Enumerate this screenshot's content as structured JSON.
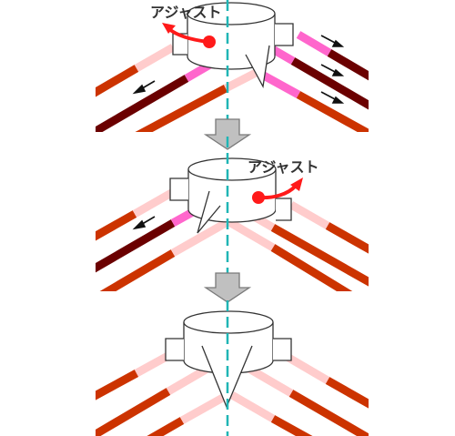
{
  "panels": [
    {
      "id": "step-1",
      "adjust_label": "アジャスト",
      "adjust_direction": "left"
    },
    {
      "id": "step-2",
      "adjust_label": "アジャスト",
      "adjust_direction": "right"
    },
    {
      "id": "step-3"
    }
  ],
  "colors": {
    "background": "#ffffff",
    "outline": "#333333",
    "center_line": "#1fb5b5",
    "rope_red": "#cc3300",
    "rope_dark": "#6b0000",
    "rope_pink": "#ff66cc",
    "rope_light": "#ffcccc",
    "adjust_arrow": "#ff1a1a",
    "direction_arrow": "#111111",
    "step_arrow_fill": "#c0c0c0",
    "step_arrow_stroke": "#7a7a7a"
  },
  "icons": {
    "step_arrow": "down-arrow-icon",
    "adjust_arrow": "curved-arrow-icon",
    "direction_arrow": "small-arrow-icon"
  }
}
